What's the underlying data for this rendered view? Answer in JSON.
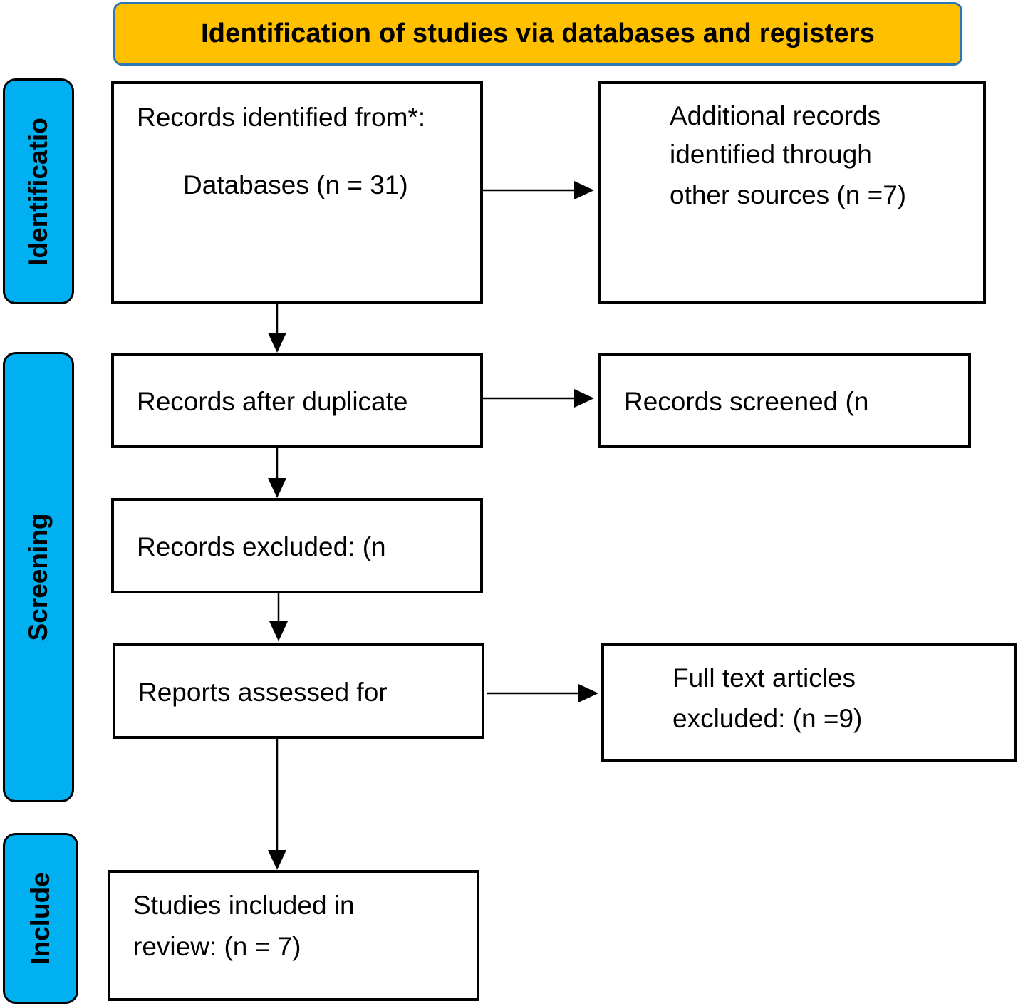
{
  "header": {
    "title": "Identification of studies via databases and registers"
  },
  "stages": {
    "identification": "Identificatio",
    "screening": "Screening",
    "include": "Include"
  },
  "boxes": {
    "records_identified": {
      "line1": "Records identified  from*:",
      "line2": "Databases (n = 31)"
    },
    "additional_records": {
      "line1": "Additional records",
      "line2": "identified  through",
      "line3": "other sources (n =7)"
    },
    "records_after_duplicate": {
      "line1": "Records after duplicate"
    },
    "records_screened": {
      "line1": "Records screened (n"
    },
    "records_excluded": {
      "line1": "Records excluded: (n"
    },
    "reports_assessed": {
      "line1": "Reports assessed for"
    },
    "full_text_excluded": {
      "line1": "Full text articles",
      "line2": "excluded: (n =9)"
    },
    "studies_included": {
      "line1": "Studies included in",
      "line2": "review:  (n = 7)"
    }
  },
  "colors": {
    "header_fill": "#ffc000",
    "header_border": "#2e75b6",
    "stage_fill": "#00b0f0",
    "stroke": "#000000"
  }
}
